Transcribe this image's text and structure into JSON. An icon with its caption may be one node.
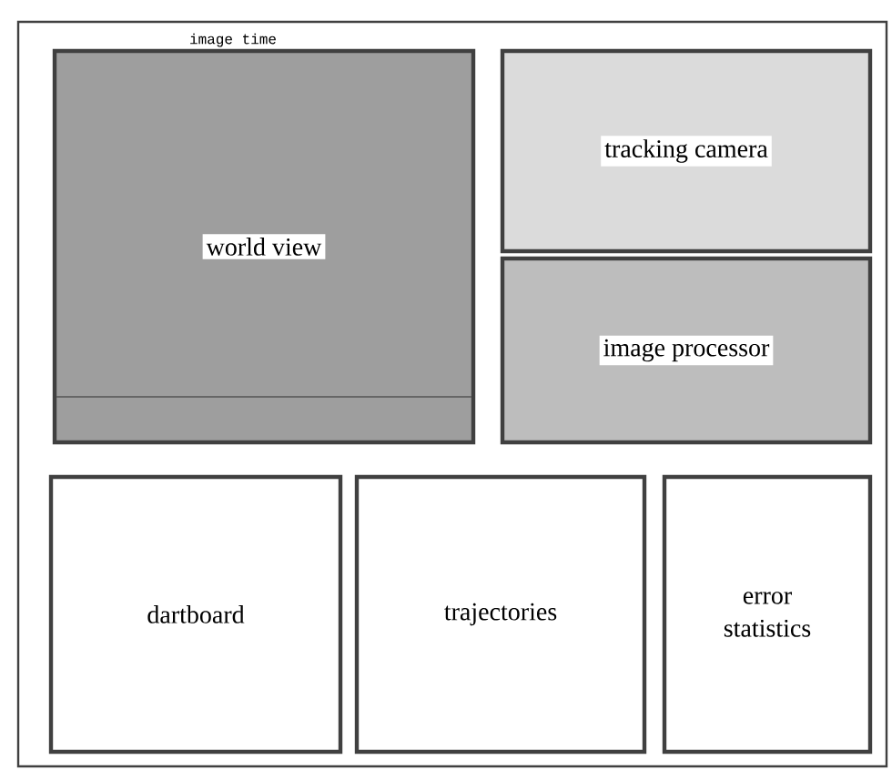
{
  "diagram": {
    "nodes": [
      {
        "text": [],
        "shape": "box"
      },
      {
        "text": [
          "world view"
        ],
        "in": 0,
        "beside": [
          "image time"
        ]
      },
      {
        "text": [
          "tracking camera"
        ],
        "in": 0
      },
      {
        "text": [
          "image processor"
        ],
        "in": 0
      },
      {
        "text": [
          "dartboard"
        ],
        "in": 0
      },
      {
        "text": [
          "trajectories"
        ],
        "in": 0
      },
      {
        "text": [
          "error statistics"
        ],
        "in": 0
      }
    ]
  }
}
